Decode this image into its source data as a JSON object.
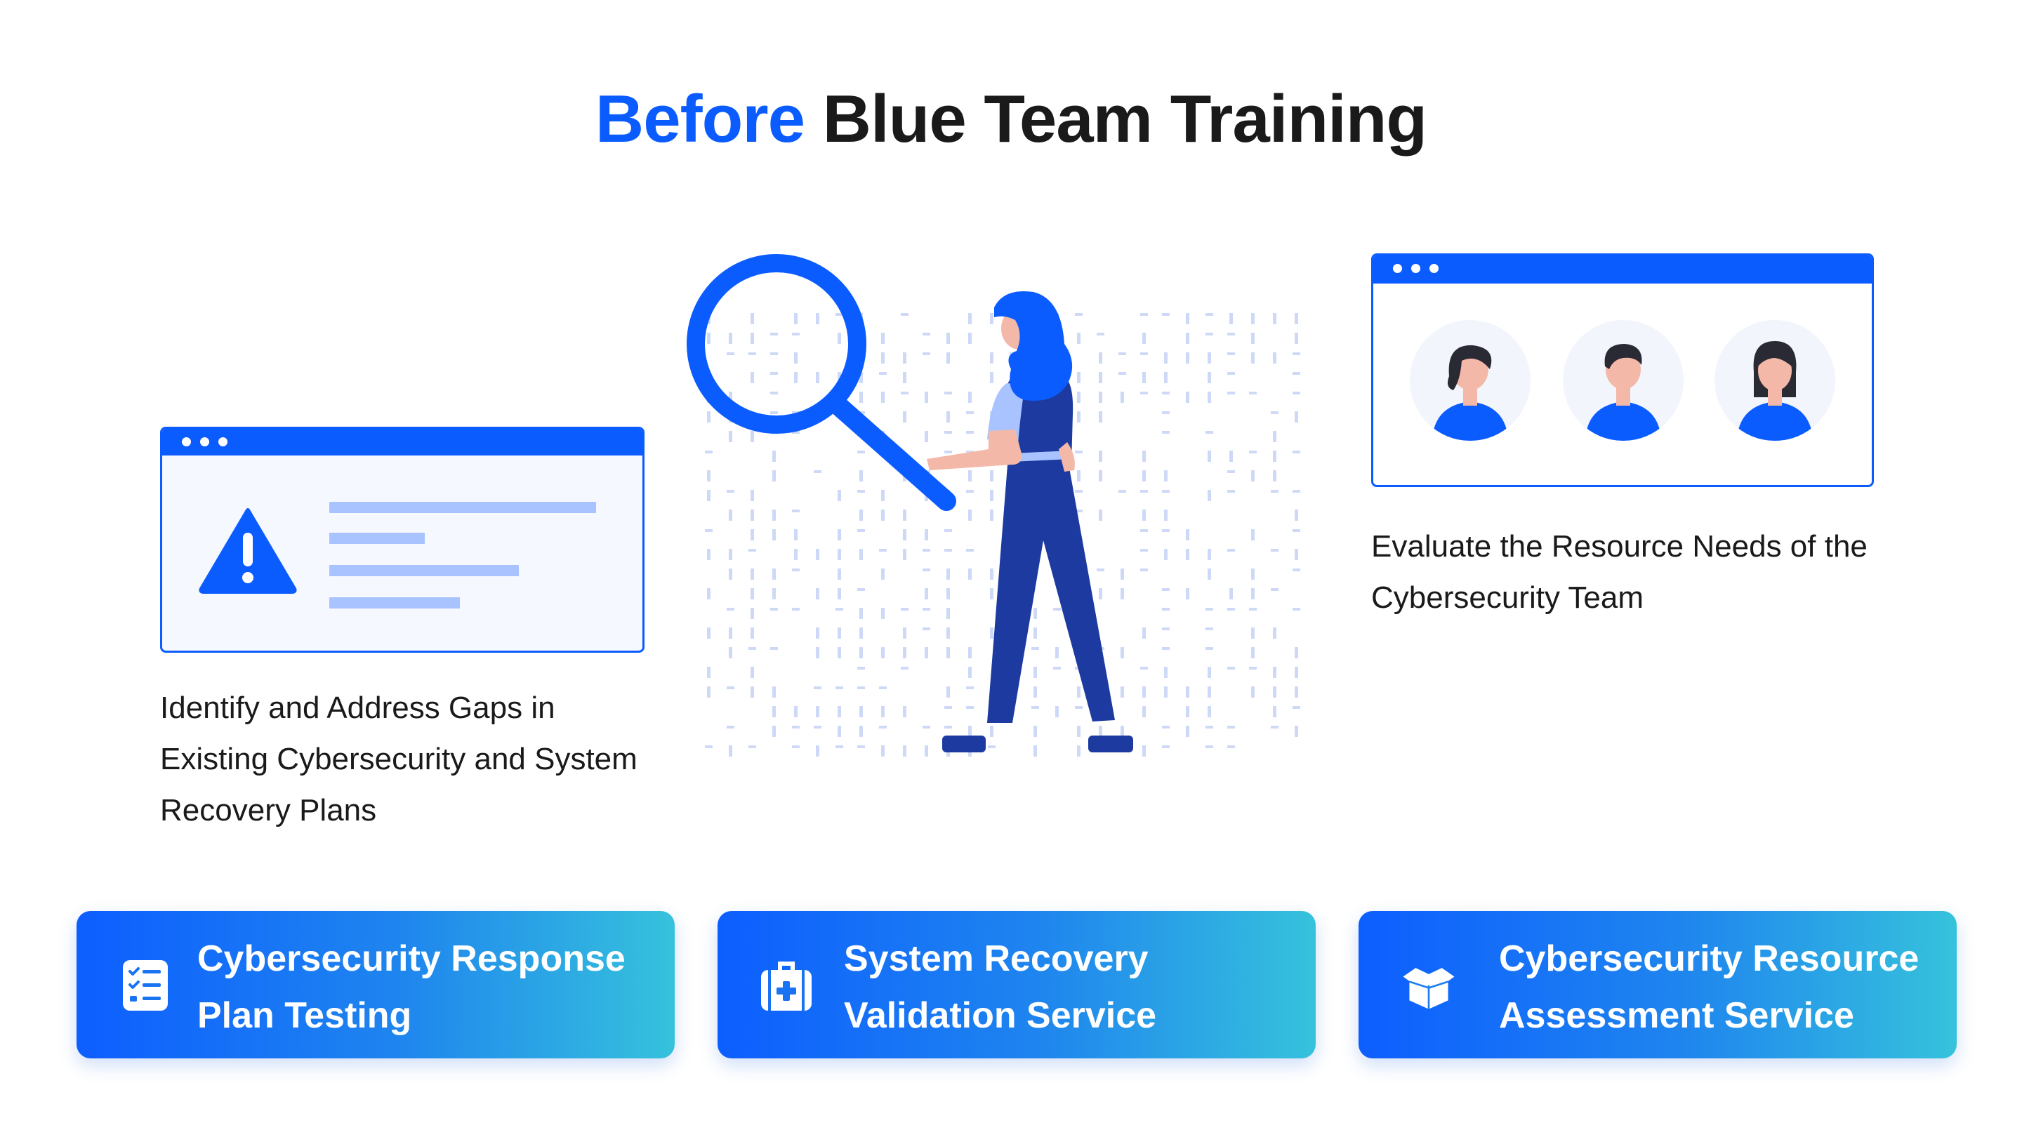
{
  "title": {
    "highlight": "Before",
    "rest": " Blue Team Training"
  },
  "colors": {
    "brand_blue": "#0b5cff",
    "navy": "#1c3aa0",
    "light_blue": "#a8c3ff",
    "gradient_end": "#36c2dc"
  },
  "left_item": {
    "caption": "Identify and Address Gaps in Existing Cybersecurity and System Recovery Plans",
    "icon": "warning-icon"
  },
  "right_item": {
    "caption": "Evaluate the Resource Needs of the Cybersecurity Team",
    "icons": [
      "woman-avatar-icon",
      "man-avatar-icon",
      "woman-avatar-icon"
    ]
  },
  "illustration": {
    "icons": [
      "magnifying-glass-icon",
      "woman-figure",
      "binary-data-background"
    ]
  },
  "services": [
    {
      "label": "Cybersecurity Response Plan Testing",
      "icon": "checklist-icon"
    },
    {
      "label": "System Recovery Validation Service",
      "icon": "first-aid-kit-icon"
    },
    {
      "label": "Cybersecurity Resource Assessment Service",
      "icon": "open-box-icon"
    }
  ]
}
